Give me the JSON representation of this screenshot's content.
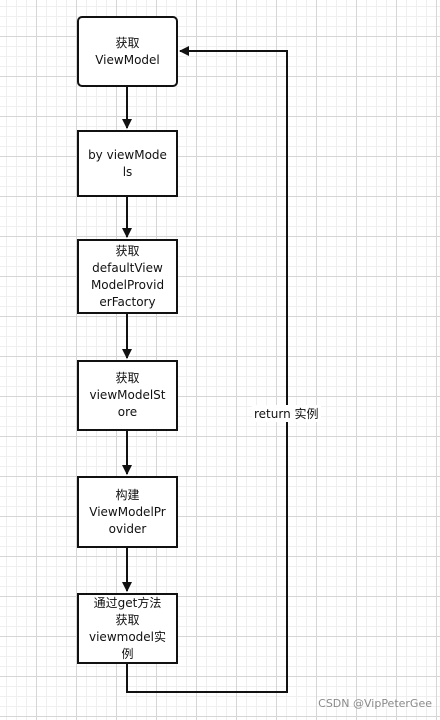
{
  "diagram": {
    "nodes": [
      {
        "id": "get-viewmodel",
        "lines": [
          "获取",
          "ViewModel"
        ]
      },
      {
        "id": "by-viewmodels",
        "lines": [
          "by viewMode",
          "ls"
        ]
      },
      {
        "id": "get-default-factory",
        "lines": [
          "获取",
          "defaultView",
          "ModelProvid",
          "erFactory"
        ]
      },
      {
        "id": "get-viewmodel-store",
        "lines": [
          "获取",
          "viewModelSt",
          "ore"
        ]
      },
      {
        "id": "build-viewmodel-provider",
        "lines": [
          "构建",
          "ViewModelPr",
          "ovider"
        ]
      },
      {
        "id": "get-via-get-method",
        "lines": [
          "通过get方法",
          "获取",
          "viewmodel实",
          "例"
        ]
      }
    ],
    "edges": [
      {
        "from": "get-viewmodel",
        "to": "by-viewmodels",
        "label": ""
      },
      {
        "from": "by-viewmodels",
        "to": "get-default-factory",
        "label": ""
      },
      {
        "from": "get-default-factory",
        "to": "get-viewmodel-store",
        "label": ""
      },
      {
        "from": "get-viewmodel-store",
        "to": "build-viewmodel-provider",
        "label": ""
      },
      {
        "from": "build-viewmodel-provider",
        "to": "get-via-get-method",
        "label": ""
      },
      {
        "from": "get-via-get-method",
        "to": "get-viewmodel",
        "label": "return 实例"
      }
    ]
  },
  "watermark": "CSDN @VipPeterGee"
}
